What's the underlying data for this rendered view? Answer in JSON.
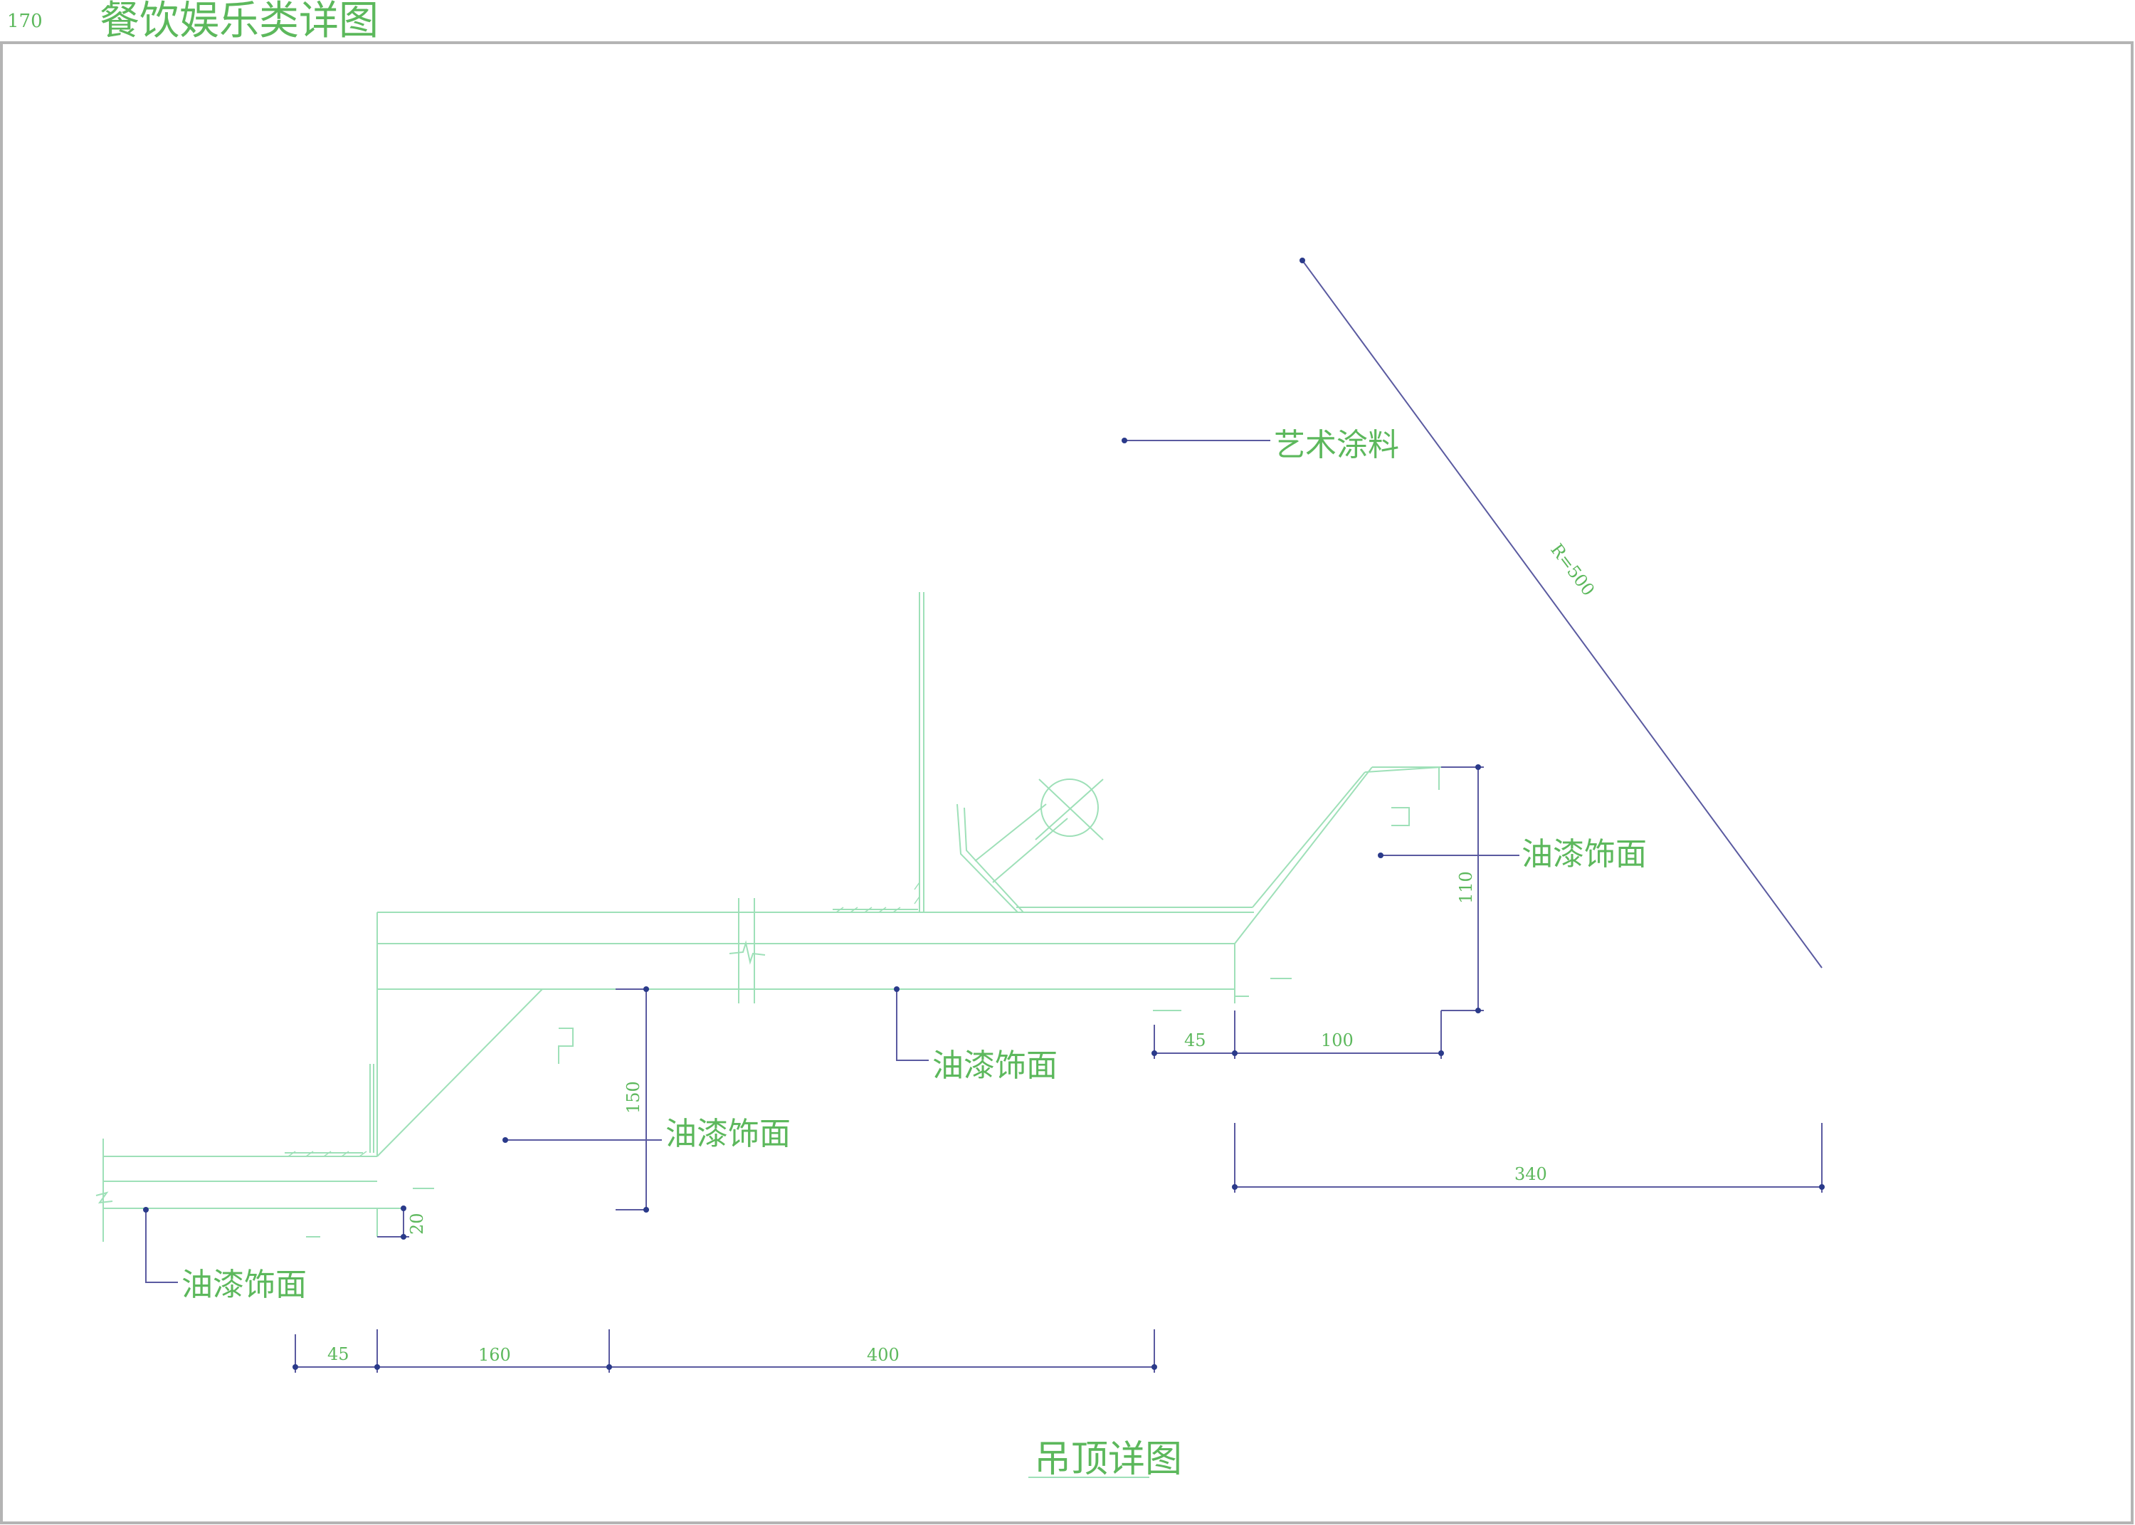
{
  "header": {
    "page_number": "170",
    "title": "餐饮娱乐类详图"
  },
  "drawing": {
    "title": "吊顶详图",
    "labels": {
      "art_coating": "艺术涂料",
      "paint_right": "油漆饰面",
      "paint_center": "油漆饰面",
      "paint_mid_left": "油漆饰面",
      "paint_bottom_left": "油漆饰面"
    },
    "dimensions": {
      "radius": "R=500",
      "dim_110": "110",
      "dim_45_right": "45",
      "dim_100": "100",
      "dim_340": "340",
      "dim_150": "150",
      "dim_20": "20",
      "dim_45_bottom": "45",
      "dim_160": "160",
      "dim_400": "400"
    }
  },
  "colors": {
    "frame": "#b4b4b4",
    "structure": "#9ee0b8",
    "text": "#5cb85c",
    "leader": "#5a5aa0",
    "node": "#2a3a8a"
  }
}
